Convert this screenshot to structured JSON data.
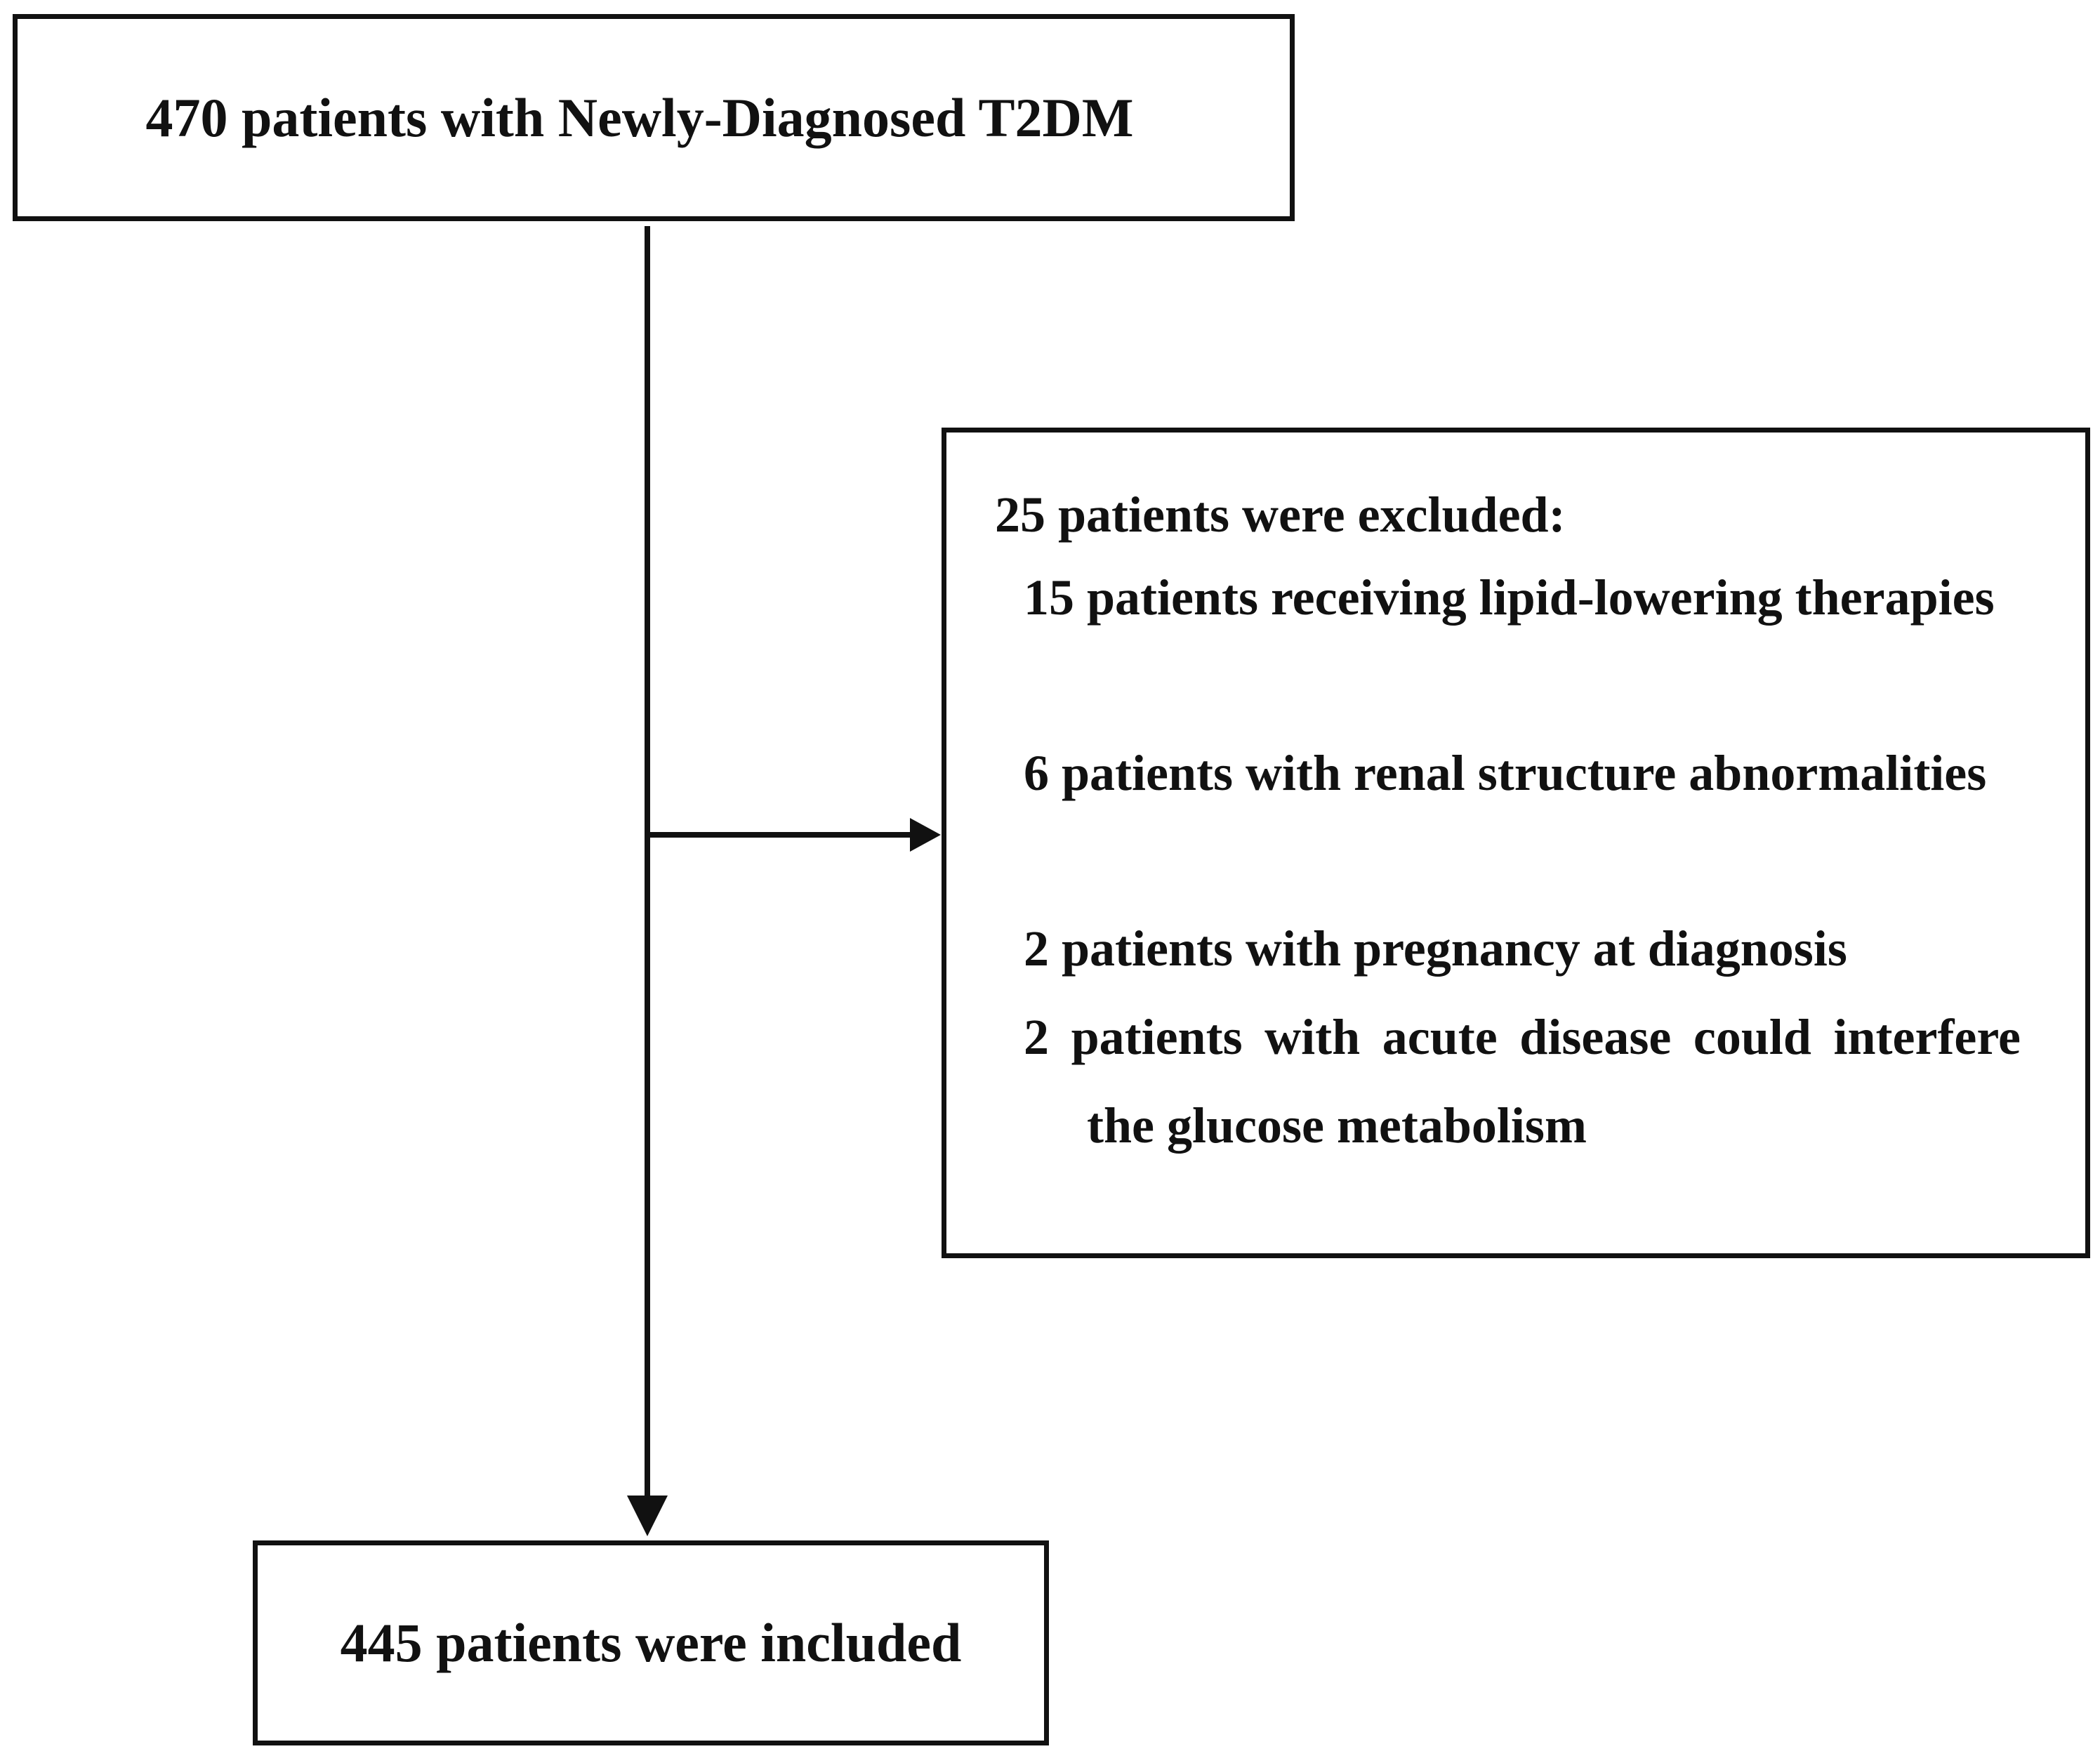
{
  "flowchart": {
    "top_box": {
      "text": "470 patients with Newly-Diagnosed T2DM"
    },
    "exclusion_box": {
      "title": "25 patients were excluded:",
      "items": [
        {
          "text": "15 patients receiving lipid-lowering therapies"
        },
        {
          "text": "6 patients with renal structure abnormalities"
        },
        {
          "text": "2 patients with pregnancy at diagnosis"
        },
        {
          "text": "2 patients with acute disease could interfere the glucose metabolism"
        }
      ]
    },
    "bottom_box": {
      "text": "445 patients were included"
    }
  },
  "colors": {
    "line": "#111111",
    "background": "#ffffff",
    "text": "#111111"
  }
}
